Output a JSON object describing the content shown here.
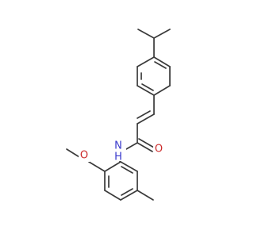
{
  "molecule": {
    "atoms": [
      {
        "id": "N1",
        "symbol": "N",
        "label": "N",
        "sub_label": "H",
        "color": "#3a3acc"
      },
      {
        "id": "O1",
        "symbol": "O",
        "label": "O",
        "color": "#cc2a2a"
      },
      {
        "id": "O2",
        "symbol": "O",
        "label": "O",
        "color": "#cc2a2a"
      }
    ]
  }
}
